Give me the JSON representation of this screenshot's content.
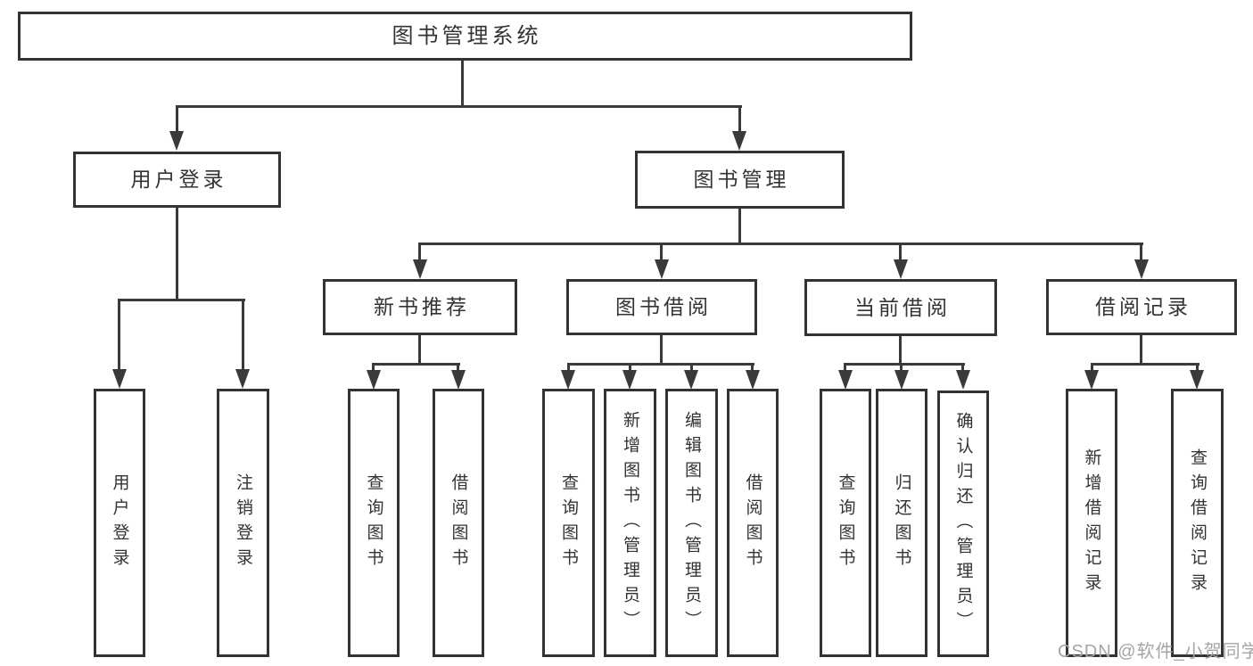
{
  "diagram_type": "hierarchy-tree",
  "watermark": {
    "text": "CSDN @软件_小贺同学"
  },
  "colors": {
    "line": "#3a3a3a",
    "box_border": "#333333",
    "text": "#333333",
    "watermark": "#a5a5a5",
    "background": "#ffffff"
  },
  "tree": {
    "root": {
      "label": "图书管理系统"
    },
    "branches": [
      {
        "label": "用户登录",
        "children": [
          {
            "label": "用户登录"
          },
          {
            "label": "注销登录"
          }
        ]
      },
      {
        "label": "图书管理",
        "children": [
          {
            "label": "新书推荐",
            "children": [
              {
                "label": "查询图书"
              },
              {
                "label": "借阅图书"
              }
            ]
          },
          {
            "label": "图书借阅",
            "children": [
              {
                "label": "查询图书"
              },
              {
                "label": "新增图书（管理员）"
              },
              {
                "label": "编辑图书（管理员）"
              },
              {
                "label": "借阅图书"
              }
            ]
          },
          {
            "label": "当前借阅",
            "children": [
              {
                "label": "查询图书"
              },
              {
                "label": "归还图书"
              },
              {
                "label": "确认归还（管理员）"
              }
            ]
          },
          {
            "label": "借阅记录",
            "children": [
              {
                "label": "新增借阅记录"
              },
              {
                "label": "查询借阅记录"
              }
            ]
          }
        ]
      }
    ]
  }
}
